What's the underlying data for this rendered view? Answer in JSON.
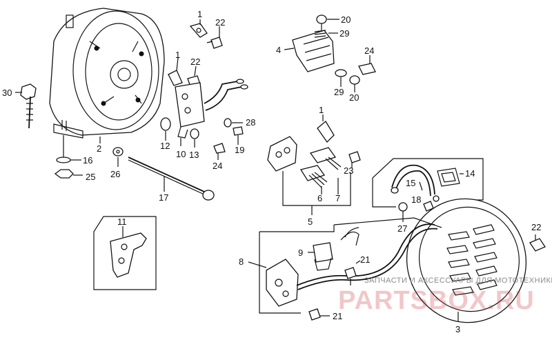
{
  "labels": {
    "p1a": "1",
    "p1b": "1",
    "p1c": "1",
    "p2": "2",
    "p3": "3",
    "p4": "4",
    "p5": "5",
    "p6": "6",
    "p7": "7",
    "p8": "8",
    "p9": "9",
    "p10": "10",
    "p11": "11",
    "p12": "12",
    "p13": "13",
    "p14": "14",
    "p15": "15",
    "p16": "16",
    "p17": "17",
    "p18": "18",
    "p19": "19",
    "p20a": "20",
    "p20b": "20",
    "p21a": "21",
    "p21b": "21",
    "p22a": "22",
    "p22b": "22",
    "p22c": "22",
    "p23": "23",
    "p24a": "24",
    "p24b": "24",
    "p25": "25",
    "p26": "26",
    "p27": "27",
    "p28": "28",
    "p29a": "29",
    "p29b": "29",
    "p30": "30"
  },
  "watermark": {
    "caption": "ЗАПЧАСТИ И АКСЕССУАРЫ ДЛЯ МОТОТЕХНИКИ",
    "logo": "PARTSBOX.RU"
  },
  "colors": {
    "line": "#111111",
    "logo": "#c81f26"
  }
}
